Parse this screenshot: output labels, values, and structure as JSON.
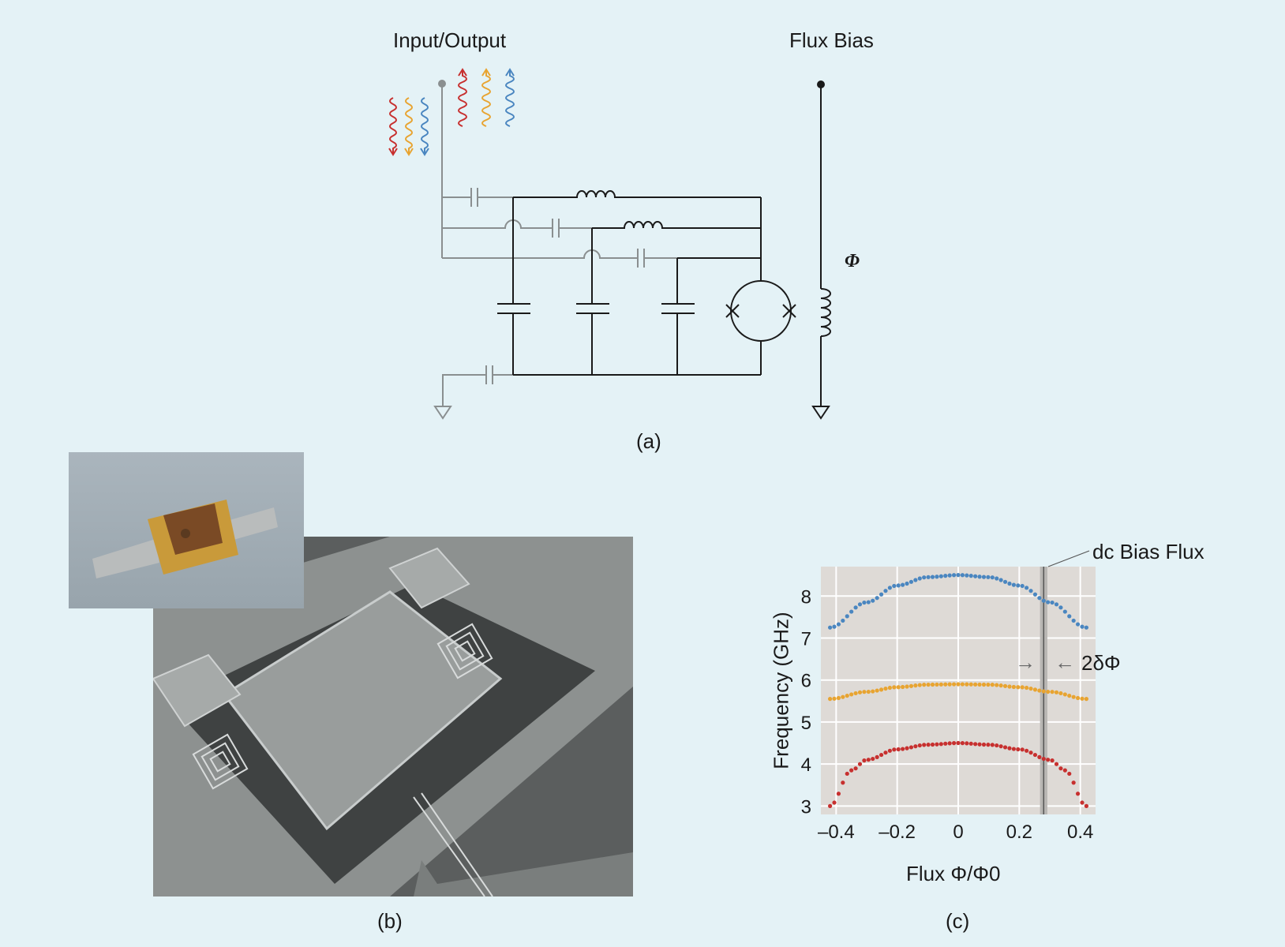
{
  "panel_a": {
    "io_label": "Input/Output",
    "flux_bias_label": "Flux Bias",
    "phi_symbol": "Φ",
    "caption": "(a)",
    "colors": {
      "red": "#c7302f",
      "orange": "#e8a431",
      "blue": "#4a86c0",
      "wire_dark": "#1a1a1a",
      "wire_gray": "#8a8f90"
    }
  },
  "panel_b": {
    "caption": "(b)",
    "inset_description_icon": "sample-holder-photo",
    "sem_description_icon": "chip-sem-micrograph"
  },
  "panel_c": {
    "caption": "(c)",
    "annotation_dc_bias": "dc Bias Flux",
    "annotation_delta": "2δΦ",
    "arrow_right": "→",
    "arrow_left": "←"
  },
  "chart_data": {
    "type": "scatter",
    "xlabel": "Flux Φ/Φ0",
    "ylabel": "Frequency (GHz)",
    "xlim": [
      -0.45,
      0.45
    ],
    "ylim": [
      2.8,
      8.7
    ],
    "xticks": [
      "–0.4",
      "–0.2",
      "0",
      "0.2",
      "0.4"
    ],
    "xtick_values": [
      -0.4,
      -0.2,
      0,
      0.2,
      0.4
    ],
    "yticks": [
      "3",
      "4",
      "5",
      "6",
      "7",
      "8"
    ],
    "ytick_values": [
      3,
      4,
      5,
      6,
      7,
      8
    ],
    "grid": true,
    "dc_bias_flux": 0.28,
    "dc_bias_halfwidth": 0.012,
    "series": [
      {
        "color": "#4a86c0",
        "x": [
          -0.42,
          -0.3,
          -0.2,
          -0.1,
          0,
          0.1,
          0.2,
          0.3,
          0.42
        ],
        "values": [
          7.25,
          7.85,
          8.25,
          8.45,
          8.5,
          8.45,
          8.25,
          7.85,
          7.25
        ]
      },
      {
        "color": "#e8a431",
        "x": [
          -0.42,
          -0.3,
          -0.2,
          -0.1,
          0,
          0.1,
          0.2,
          0.3,
          0.42
        ],
        "values": [
          5.55,
          5.72,
          5.83,
          5.89,
          5.9,
          5.89,
          5.83,
          5.72,
          5.55
        ]
      },
      {
        "color": "#c7302f",
        "x": [
          -0.42,
          -0.35,
          -0.3,
          -0.2,
          -0.1,
          0,
          0.1,
          0.2,
          0.3,
          0.35,
          0.42
        ],
        "values": [
          3.0,
          3.85,
          4.1,
          4.35,
          4.46,
          4.5,
          4.46,
          4.35,
          4.1,
          3.85,
          3.0
        ]
      }
    ]
  }
}
